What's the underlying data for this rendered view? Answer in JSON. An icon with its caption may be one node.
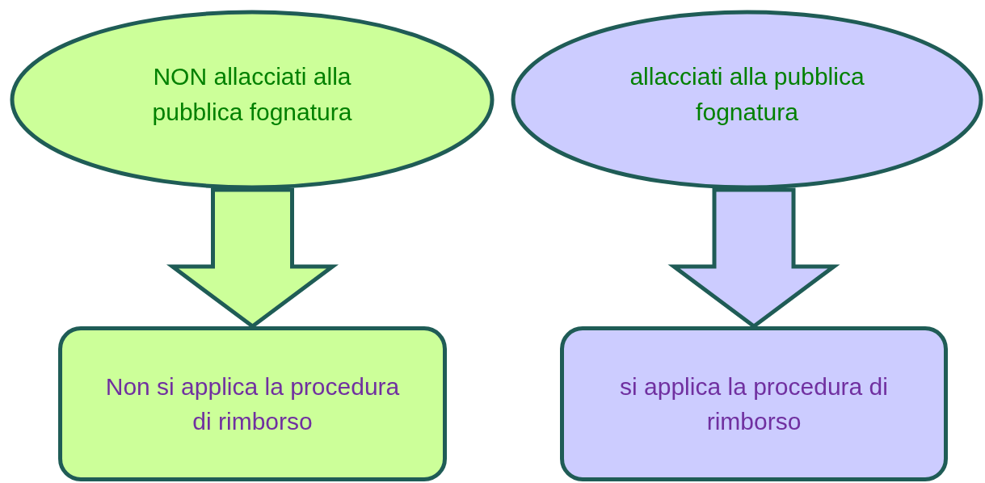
{
  "diagram": {
    "nodes": [
      {
        "text": [
          "NON allacciati alla pubblica fognatura"
        ]
      },
      {
        "text": [
          "allacciati alla pubblica fognatura"
        ]
      },
      {
        "text": [
          "Non si applica la procedura di rimborso"
        ]
      },
      {
        "text": [
          "si applica la procedura di rimborso"
        ]
      }
    ],
    "edges": [
      {
        "from": 0,
        "to": 2,
        "arrow": "to",
        "style": "thick",
        "color": "#ccff99"
      },
      {
        "from": 1,
        "to": 3,
        "arrow": "to",
        "style": "thick",
        "color": "#ccccff"
      }
    ]
  }
}
